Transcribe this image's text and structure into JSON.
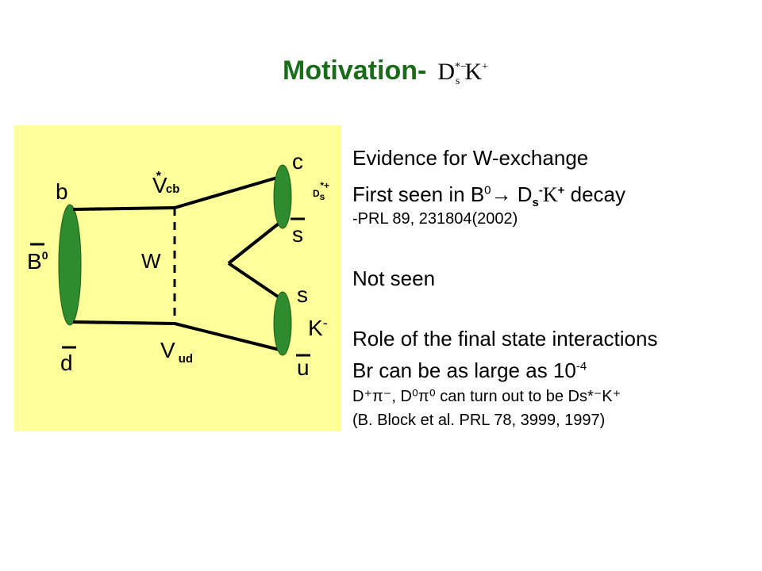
{
  "title": {
    "text": "Motivation-",
    "math_D": "D",
    "math_D_sup": "*−",
    "math_D_sub": "s",
    "math_K": "K",
    "math_K_sup": "+"
  },
  "diagram": {
    "labels": {
      "b": "b",
      "B0_main": "B",
      "B0_sup": "0",
      "d": "d",
      "Vcb_V": "V",
      "Vcb_star": "*",
      "Vcb_sub": "cb",
      "W": "W",
      "Vud_V": "V",
      "Vud_sub": "ud",
      "c": "c",
      "s_bar": "s",
      "Ds_main": "D",
      "Ds_sub": "s",
      "Ds_sup": "*+",
      "s": "s",
      "K_main": "K",
      "K_sup": "-",
      "u_bar": "u"
    },
    "colors": {
      "panel": "#ffff99",
      "hadron": "#2e8b2e",
      "title": "#1a6b1a"
    }
  },
  "text": {
    "evidence": "Evidence for W-exchange",
    "first_seen_a": "First seen in B",
    "first_seen_b0": "0",
    "first_seen_arrow": "→ D",
    "first_seen_s": "s",
    "first_seen_minus": "-",
    "first_seen_K": "K",
    "first_seen_plus": "+",
    "first_seen_end": " decay",
    "prl": "-PRL 89, 231804(2002)",
    "not_seen": "Not seen",
    "role": "Role of the final state interactions",
    "br_a": "Br can be as large as 10",
    "br_exp": "-4",
    "fsi_line": "D⁺π⁻, D⁰π⁰ can turn out to be Ds*⁻K⁺",
    "ref": "(B. Block et  al. PRL 78, 3999, 1997)"
  }
}
